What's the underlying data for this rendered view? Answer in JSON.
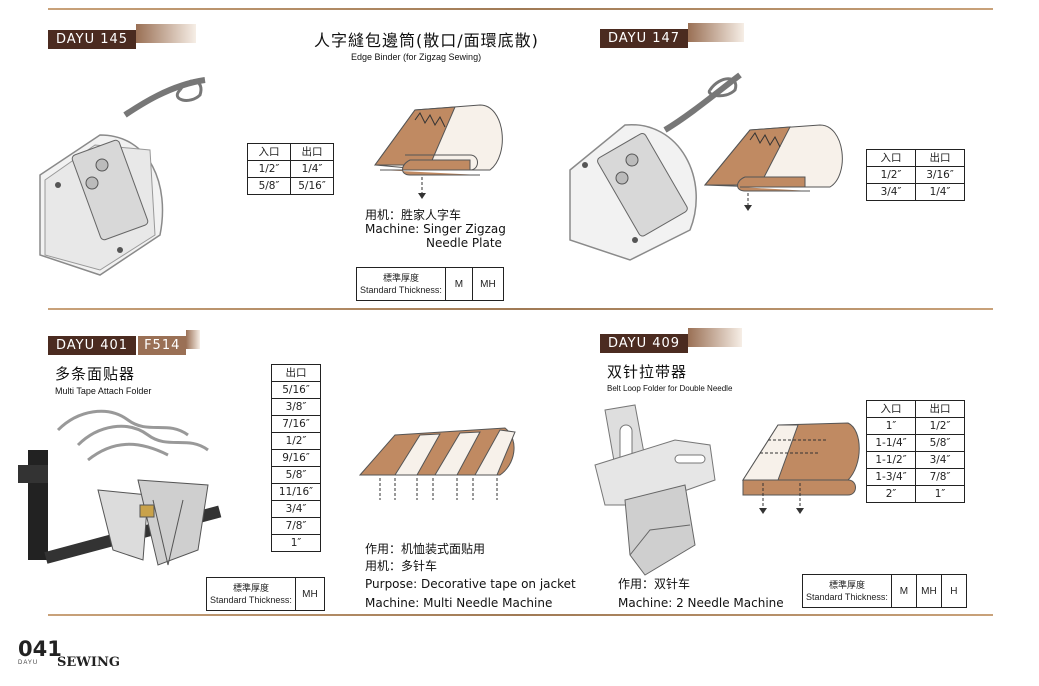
{
  "products": [
    {
      "model": "DAYU 145",
      "title_cn": "人字縫包邊筒(散口/面環底散)",
      "title_en": "Edge Binder (for Zigzag Sewing)",
      "sizes_header": [
        "入口",
        "出口"
      ],
      "sizes": [
        [
          "1/2″",
          "1/4″"
        ],
        [
          "5/8″",
          "5/16″"
        ]
      ],
      "machine_cn": "用机：胜家人字车",
      "machine_en_1": "Machine: Singer Zigzag",
      "machine_en_2": "Needle Plate",
      "thickness_cn": "標準厚度",
      "thickness_en": "Standard Thickness:",
      "thickness_values": [
        "M",
        "MH"
      ]
    },
    {
      "model": "DAYU 147",
      "sizes_header": [
        "入口",
        "出口"
      ],
      "sizes": [
        [
          "1/2″",
          "3/16″"
        ],
        [
          "3/4″",
          "1/4″"
        ]
      ]
    },
    {
      "model": "DAYU 401",
      "model_sub": "F514",
      "title_cn": "多条面贴器",
      "title_en": "Multi Tape Attach Folder",
      "sizes_header": [
        "出口"
      ],
      "sizes": [
        "5/16″",
        "3/8″",
        "7/16″",
        "1/2″",
        "9/16″",
        "5/8″",
        "11/16″",
        "3/4″",
        "7/8″",
        "1″"
      ],
      "purpose_cn": "作用：机恤装式面贴用",
      "machine_cn": "用机：多针车",
      "purpose_en": "Purpose: Decorative tape on jacket",
      "machine_en": "Machine: Multi Needle Machine",
      "thickness_cn": "標準厚度",
      "thickness_en": "Standard Thickness:",
      "thickness_values": [
        "MH"
      ]
    },
    {
      "model": "DAYU 409",
      "title_cn": "双针拉带器",
      "title_en": "Belt Loop Folder for Double Needle",
      "sizes_header": [
        "入口",
        "出口"
      ],
      "sizes": [
        [
          "1″",
          "1/2″"
        ],
        [
          "1-1/4″",
          "5/8″"
        ],
        [
          "1-1/2″",
          "3/4″"
        ],
        [
          "1-3/4″",
          "7/8″"
        ],
        [
          "2″",
          "1″"
        ]
      ],
      "purpose_cn": "作用：双针车",
      "machine_en": "Machine: 2 Needle Machine",
      "thickness_cn": "標準厚度",
      "thickness_en": "Standard Thickness:",
      "thickness_values": [
        "M",
        "MH",
        "H"
      ]
    }
  ],
  "footer": {
    "page_number": "041",
    "brand_small": "DAYU",
    "brand": "SEWING"
  },
  "colors": {
    "badge_dark": "#4b2b20",
    "badge_light": "#9a7055",
    "fabric_tan": "#c08a62",
    "fabric_light": "#f7f1ea",
    "rule": "#b08a62"
  }
}
